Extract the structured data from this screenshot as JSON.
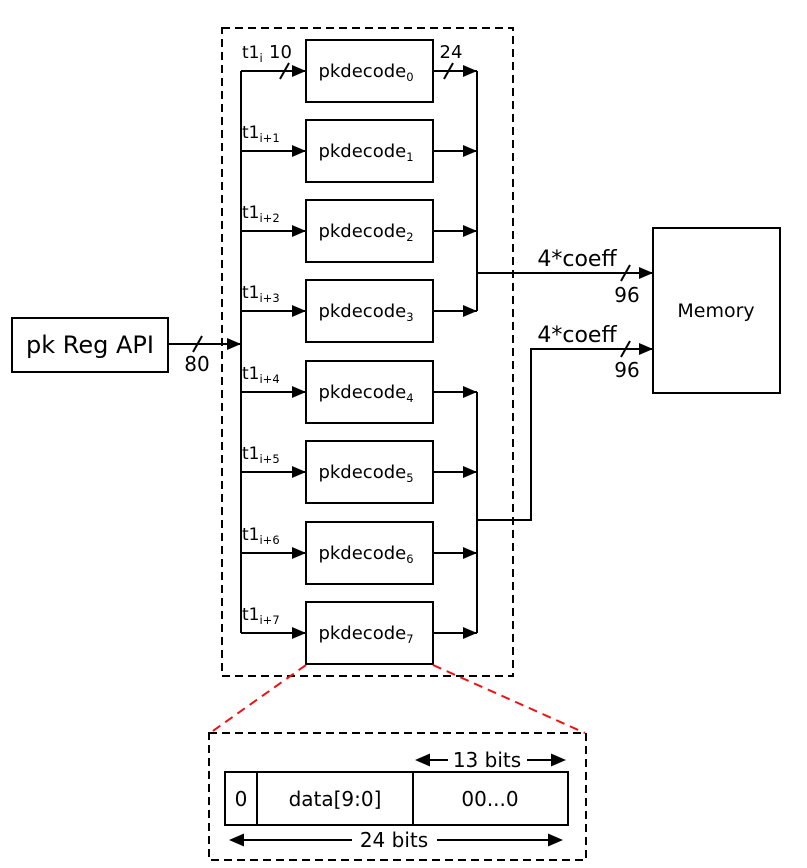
{
  "source_block": {
    "label": "pk Reg API"
  },
  "source_bus": {
    "width": "80"
  },
  "decoder_array": {
    "input_width": "10",
    "output_width": "24",
    "items": [
      {
        "name": "pkdecode",
        "index": "0",
        "input": "t1",
        "input_index": "i"
      },
      {
        "name": "pkdecode",
        "index": "1",
        "input": "t1",
        "input_index": "i+1"
      },
      {
        "name": "pkdecode",
        "index": "2",
        "input": "t1",
        "input_index": "i+2"
      },
      {
        "name": "pkdecode",
        "index": "3",
        "input": "t1",
        "input_index": "i+3"
      },
      {
        "name": "pkdecode",
        "index": "4",
        "input": "t1",
        "input_index": "i+4"
      },
      {
        "name": "pkdecode",
        "index": "5",
        "input": "t1",
        "input_index": "i+5"
      },
      {
        "name": "pkdecode",
        "index": "6",
        "input": "t1",
        "input_index": "i+6"
      },
      {
        "name": "pkdecode",
        "index": "7",
        "input": "t1",
        "input_index": "i+7"
      }
    ]
  },
  "memory_links": [
    {
      "label": "4*coeff",
      "width": "96"
    },
    {
      "label": "4*coeff",
      "width": "96"
    }
  ],
  "memory_block": {
    "label": "Memory"
  },
  "output_word_detail": {
    "cells": [
      "0",
      "data[9:0]",
      "00...0"
    ],
    "upper_span": "13 bits",
    "full_span": "24 bits"
  },
  "colors": {
    "line": "#000000",
    "zoom_callout": "#ee1111",
    "background": "#ffffff"
  }
}
